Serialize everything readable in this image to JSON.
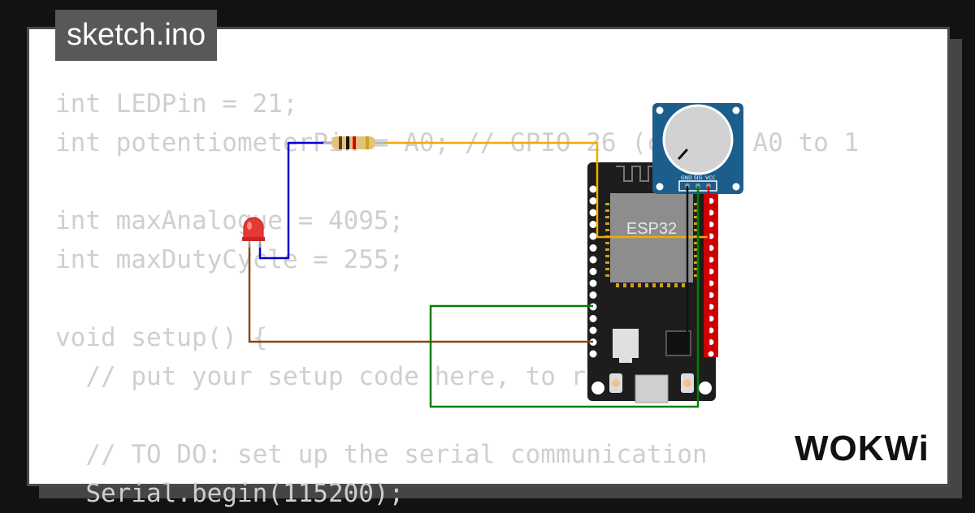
{
  "file_tab": {
    "title": "sketch.ino"
  },
  "code_lines": [
    "int LEDPin = 21;",
    "int potentiometerPin = A0; // GPIO 26 (change A0 to 1",
    "",
    "int maxAnalogue = 4095;",
    "int maxDutyCycle = 255;",
    "",
    "void setup() {",
    "  // put your setup code here, to run once:",
    "",
    "  // TO DO: set up the serial communication",
    "  Serial.begin(115200);"
  ],
  "board": {
    "label": "ESP32"
  },
  "potentiometer": {
    "pin_labels": [
      "GND",
      "SIG",
      "VCC"
    ]
  },
  "brand": {
    "logo_text": "WOKWi"
  },
  "colors": {
    "background": "#121212",
    "card": "#ffffff",
    "tag": "#585858",
    "wire_signal": "#f5a800",
    "wire_led_anode": "#0000cc",
    "wire_led_gnd": "#8b4513",
    "wire_pot": "#008000",
    "wire_power": "#cc0000",
    "board": "#1d1d1d",
    "pot_module": "#1b5e8c",
    "led": "#e53935"
  }
}
